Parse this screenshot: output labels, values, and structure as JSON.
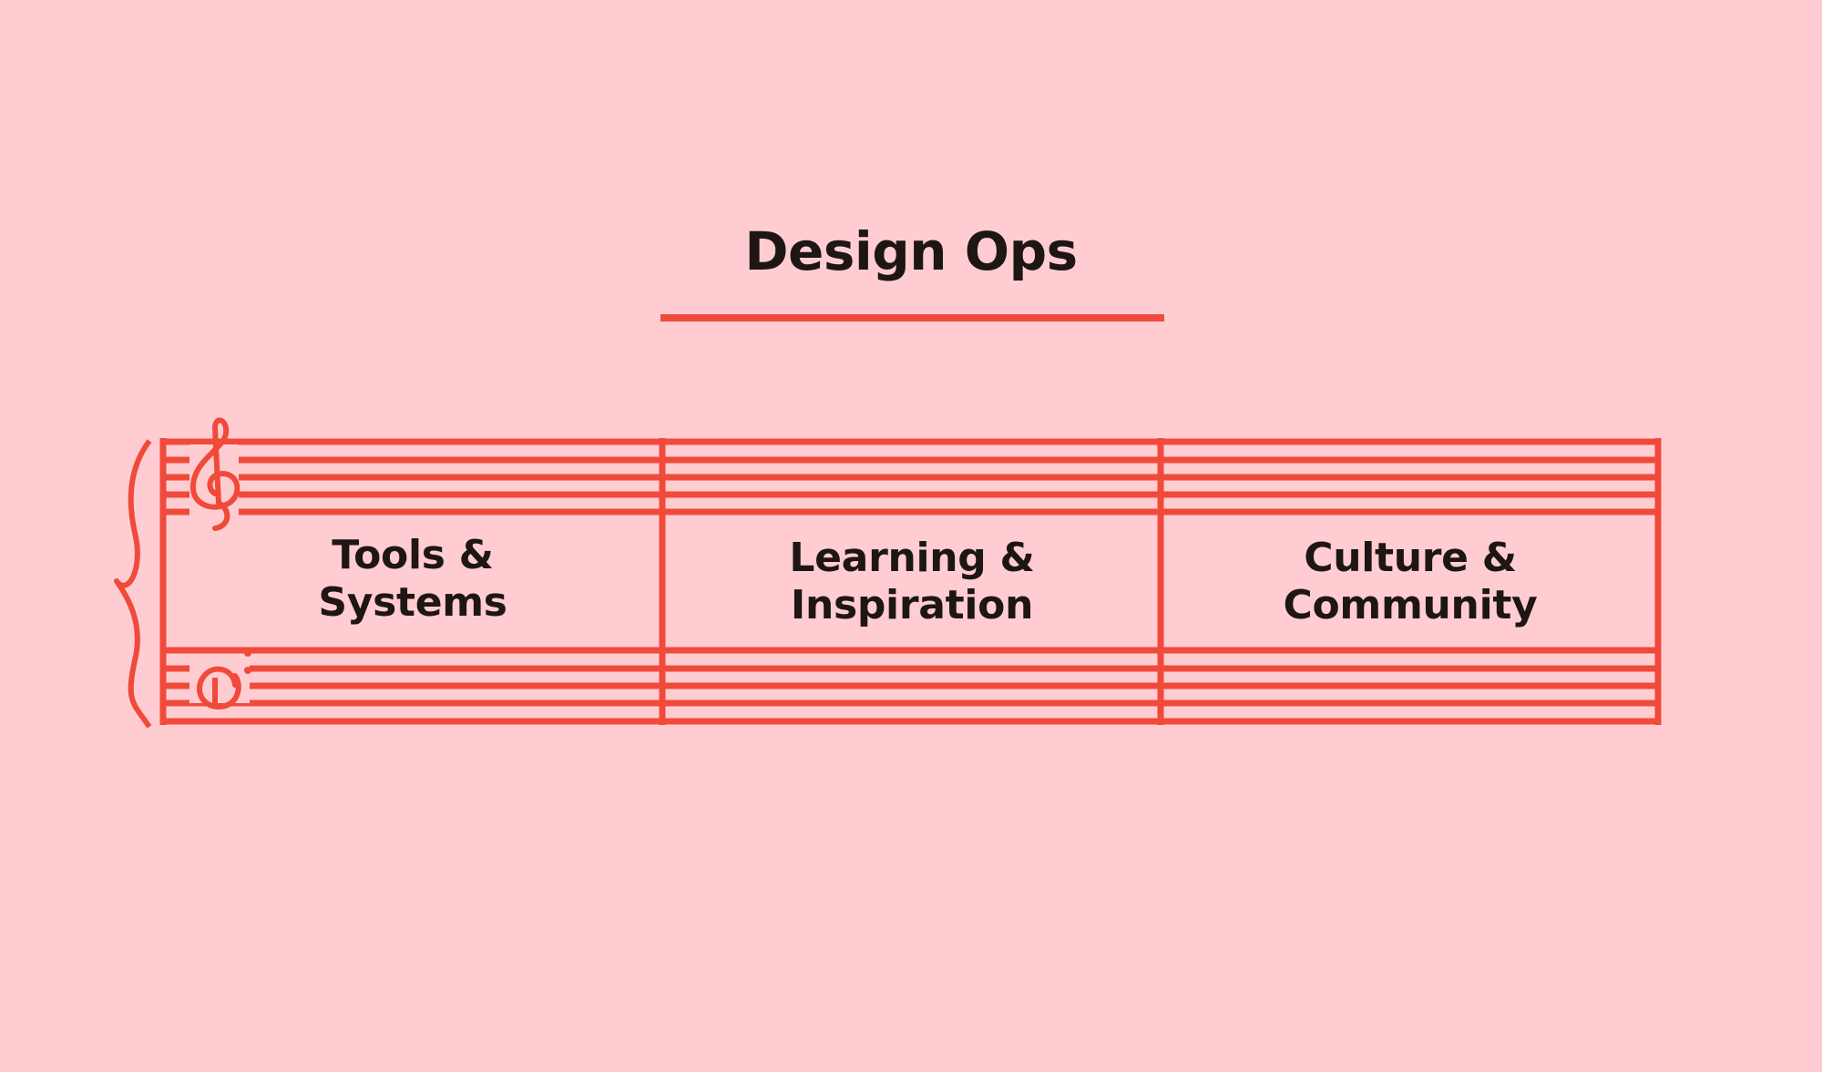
{
  "title": "Design Ops",
  "colors": {
    "background": "#FFCDD1",
    "accent": "#F04A3B",
    "text": "#1E1614"
  },
  "icons": {
    "brace": "curly-brace-icon",
    "treble": "treble-clef-icon",
    "bass": "bass-clef-icon"
  },
  "columns": [
    {
      "line1": "Tools &",
      "line2": "Systems"
    },
    {
      "line1": "Learning &",
      "line2": "Inspiration"
    },
    {
      "line1": "Culture &",
      "line2": "Community"
    }
  ]
}
